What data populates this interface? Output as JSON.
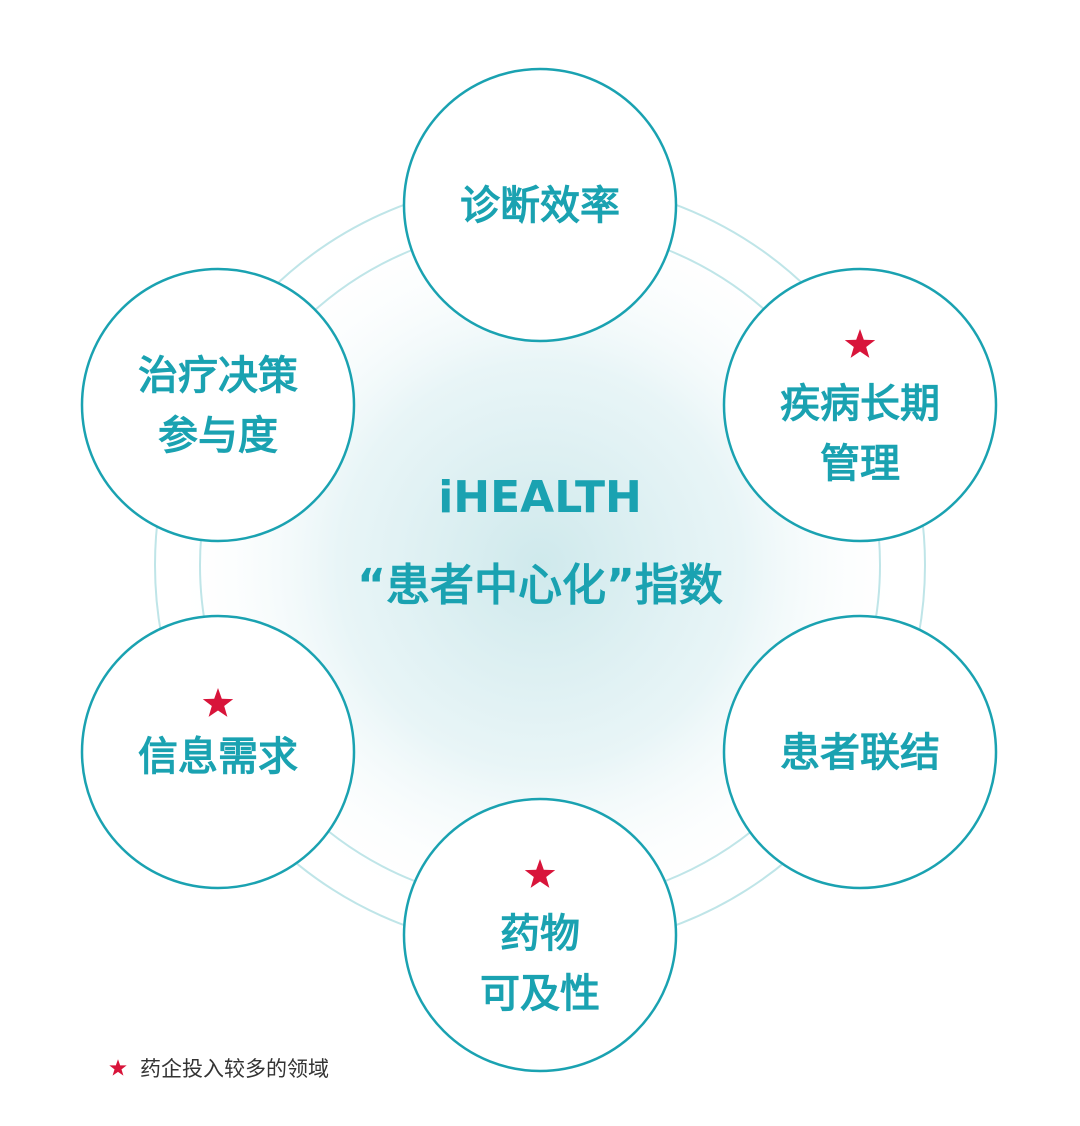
{
  "center": {
    "title": "iHEALTH",
    "subtitle": "“患者中心化”指数"
  },
  "nodes": [
    {
      "id": "diagnosis",
      "lines": [
        "诊断效率"
      ],
      "starred": false
    },
    {
      "id": "chronic",
      "lines": [
        "疾病长期",
        "管理"
      ],
      "starred": true
    },
    {
      "id": "connection",
      "lines": [
        "患者联结"
      ],
      "starred": false
    },
    {
      "id": "access",
      "lines": [
        "药物",
        "可及性"
      ],
      "starred": true
    },
    {
      "id": "info",
      "lines": [
        "信息需求"
      ],
      "starred": true
    },
    {
      "id": "decision",
      "lines": [
        "治疗决策",
        "参与度"
      ],
      "starred": false
    }
  ],
  "legend": {
    "icon": "star-icon",
    "text": "药企投入较多的领域"
  },
  "colors": {
    "teal": "#1aa2b1",
    "ring": "#a9dde1",
    "star": "#d8143a",
    "glow": "#d3edf0"
  }
}
